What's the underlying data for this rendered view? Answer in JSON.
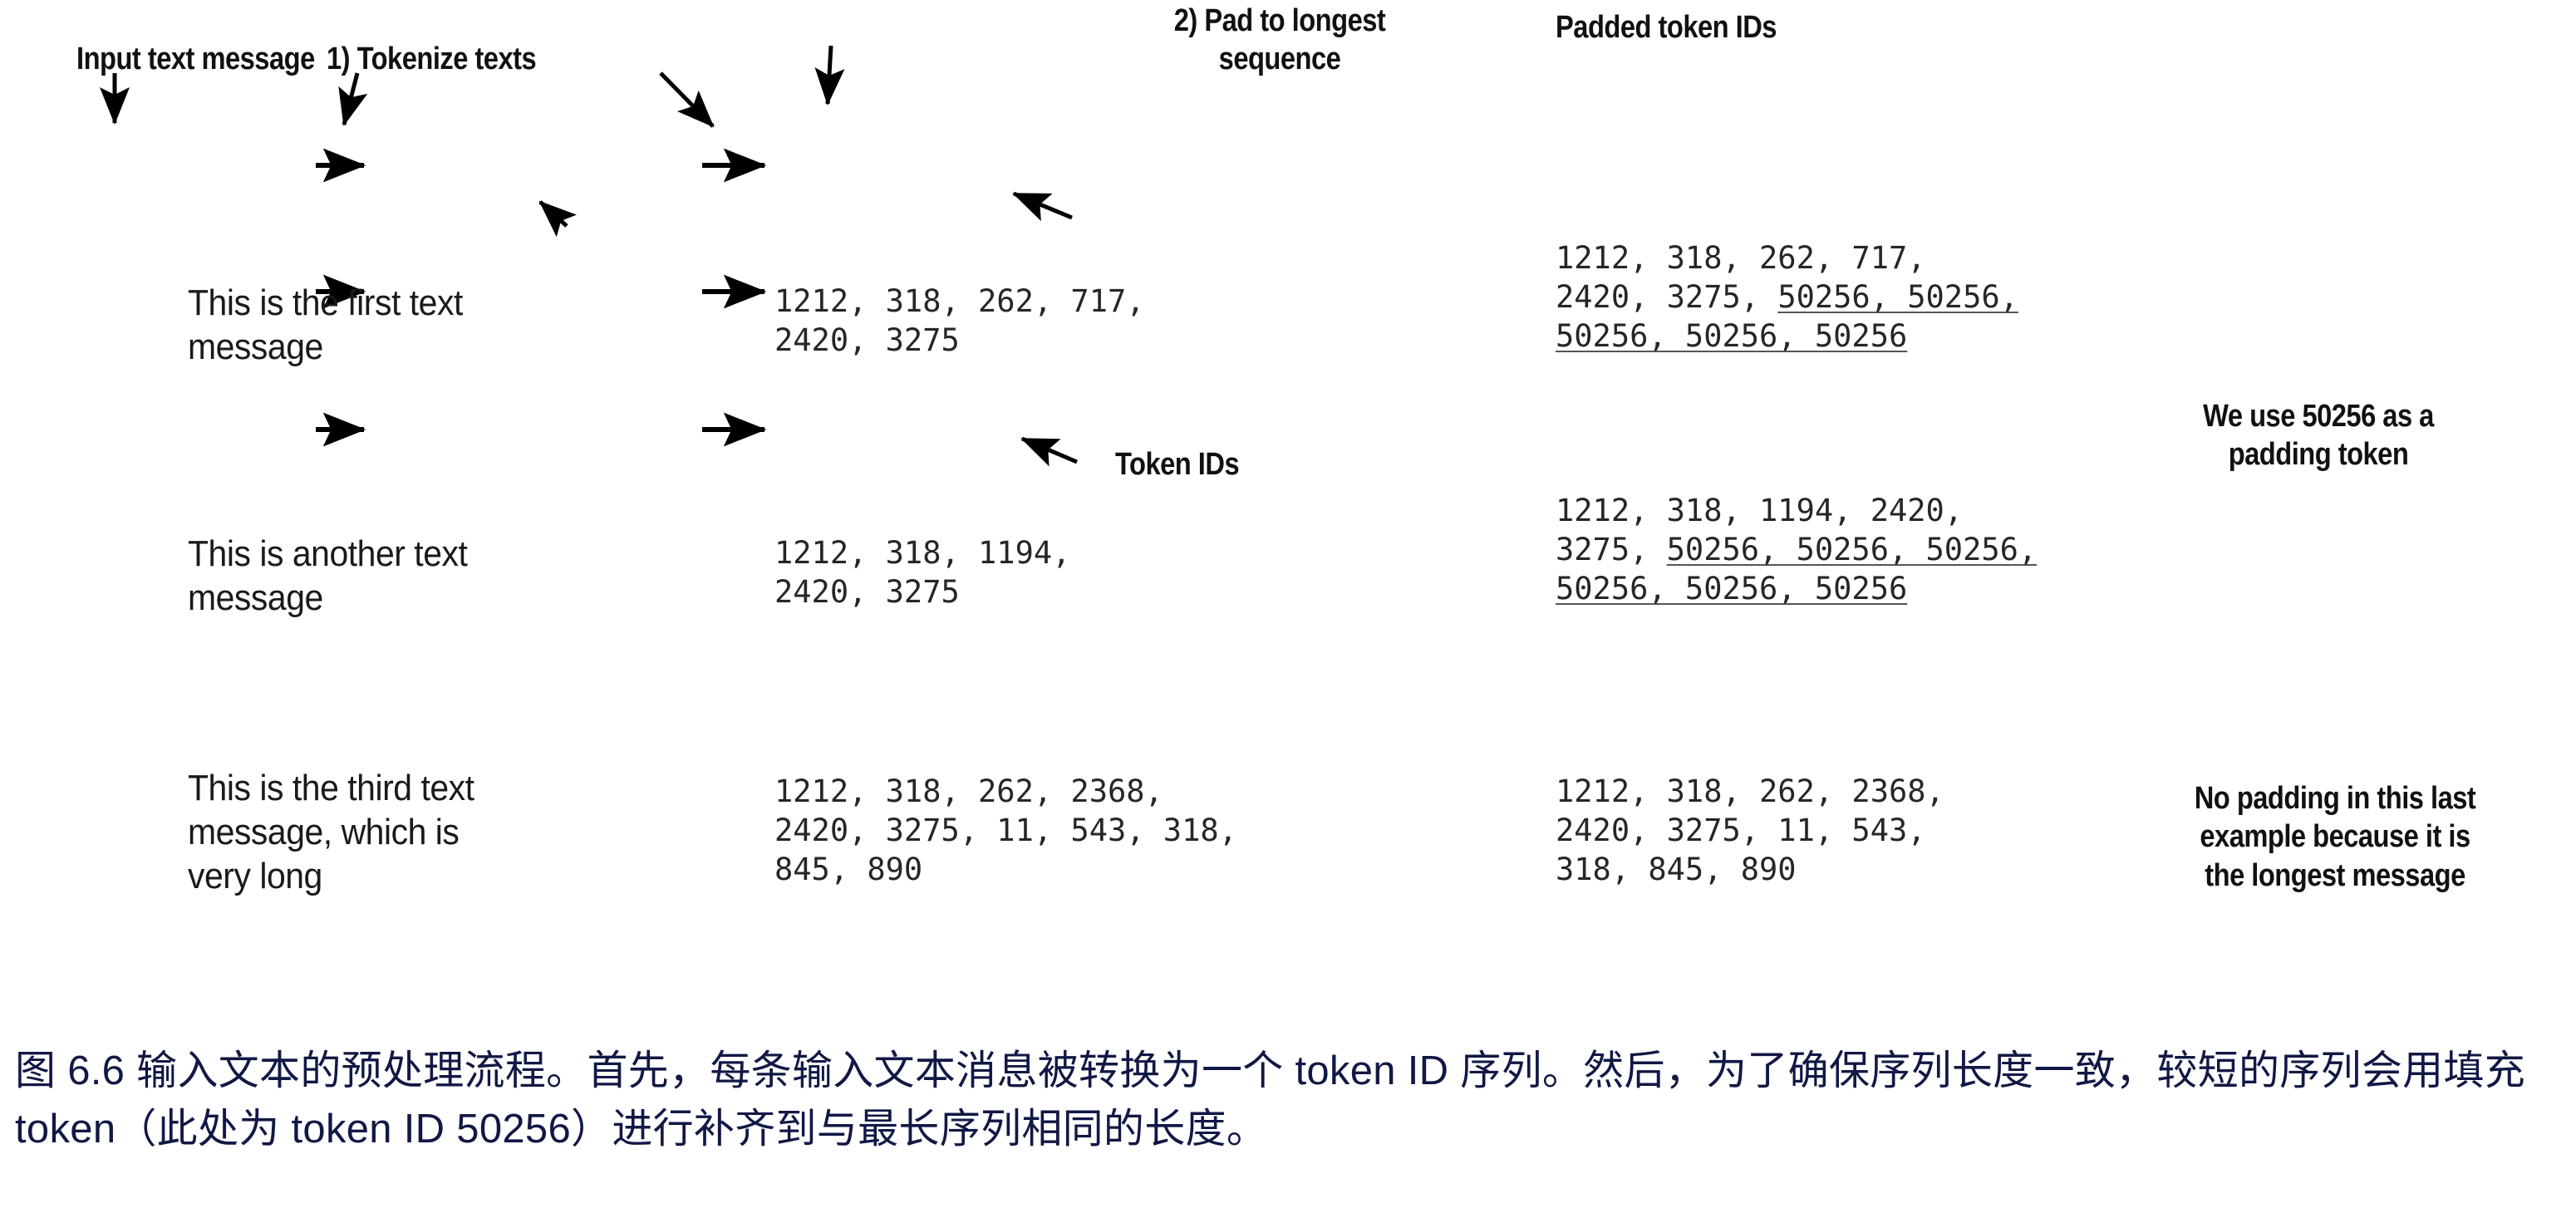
{
  "figure": {
    "callouts": {
      "input_text_message": "Input text message",
      "tokenize_texts": "1) Tokenize texts",
      "pad_to_longest": "2) Pad to longest\nsequence",
      "padded_token_ids": "Padded token IDs",
      "token_ids": "Token IDs",
      "padding_note": "We use 50256 as a\npadding token",
      "no_padding_note": "No padding in this last\nexample because it is\nthe longest message"
    },
    "rows": [
      {
        "message": "This is the first text\nmessage",
        "token_ids": "1212, 318, 262, 717,\n2420, 3275",
        "padded_prefix": "1212, 318, 262, 717,\n2420, 3275, ",
        "padded_pad_1": "50256, 50256,",
        "padded_pad_2": "50256, 50256, 50256"
      },
      {
        "message": "This is another text\nmessage",
        "token_ids": "1212, 318, 1194,\n2420, 3275",
        "padded_prefix": "1212, 318, 1194, 2420,\n3275, ",
        "padded_pad_1": "50256, 50256, 50256,",
        "padded_pad_2": "50256, 50256, 50256"
      },
      {
        "message": "This is the third text\nmessage, which is\nvery long",
        "token_ids": "1212, 318, 262, 2368,\n2420, 3275, 11, 543, 318,\n845, 890",
        "padded_prefix": "1212, 318, 262, 2368,\n2420, 3275, 11, 543,\n318, 845, 890",
        "padded_pad_1": "",
        "padded_pad_2": ""
      }
    ],
    "caption": "图 6.6 输入文本的预处理流程。首先，每条输入文本消息被转换为一个 token ID 序列。然后，为了确保序列长度一致，较短的序列会用填充 token（此处为 token ID 50256）进行补齐到与最长序列相同的长度。",
    "colors": {
      "text": "#1a1a1a",
      "callout": "#111111",
      "tokens": "#262626",
      "caption": "#111845",
      "background": "#ffffff",
      "arrow": "#000000"
    }
  }
}
